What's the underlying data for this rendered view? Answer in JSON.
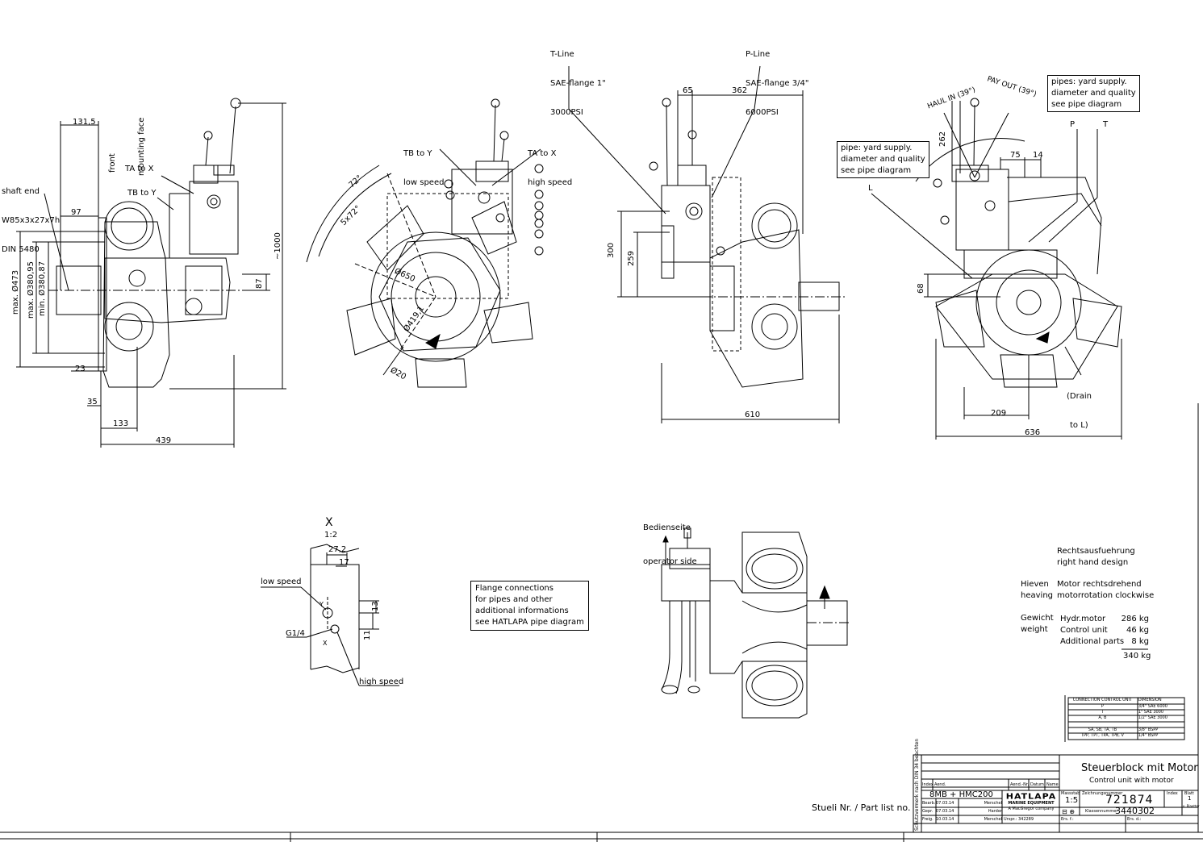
{
  "notes": {
    "t_line": [
      "T-Line",
      "SAE-flange 1\"",
      "3000PSI"
    ],
    "p_line": [
      "P-Line",
      "SAE-flange 3/4\"",
      "6000PSI"
    ],
    "shaft_end": [
      "shaft end",
      "W85x3x27x7h",
      "DIN 5480"
    ],
    "ta_to_x_left": "TA to X",
    "tb_to_y_left": "TB to Y",
    "front_mounting_face": [
      "front",
      "mounting face"
    ],
    "tb_to_y": [
      "TB to Y",
      "low speed"
    ],
    "ta_to_x": [
      "TA to X",
      "high speed"
    ],
    "pipe_box_left": [
      "pipe: yard supply.",
      "diameter and quality",
      "see pipe diagram"
    ],
    "pipe_box_right": [
      "pipes: yard supply.",
      "diameter and quality",
      "see pipe diagram"
    ],
    "haul_in": "HAUL IN (39°)",
    "pay_out": "PAY OUT (39°)",
    "port_p": "P",
    "port_t": "T",
    "port_l": "L",
    "drain": [
      "(Drain",
      "to L)"
    ],
    "flange_box": [
      "Flange connections",
      "for pipes and other",
      "additional informations",
      "see HATLAPA pipe diagram"
    ],
    "operator_side": [
      "Bedienseite",
      "operator side"
    ],
    "detail_x_title": "X",
    "detail_x_scale": "1:2",
    "low_speed": "low speed",
    "high_speed": "high speed",
    "g14": "G1/4",
    "detail_y": "Y",
    "detail_x": "X",
    "stueli": "Stueli Nr. / Part list no."
  },
  "dimensions": {
    "d131_5": "131,5",
    "d97": "97",
    "d23": "23",
    "d35": "35",
    "d133": "133",
    "d439": "439",
    "d87": "87",
    "d1000": "~1000",
    "max473": "max. Ø473",
    "max380": "max. Ø380,95",
    "min380": "min. Ø380,87",
    "a72": "72°",
    "a5x72": "5x72°",
    "d650": "Ø650",
    "d419": "Ø419,1",
    "d20": "Ø20",
    "d65": "65",
    "d362": "362",
    "d300": "300",
    "d259": "259",
    "d610": "610",
    "d262": "262",
    "d75": "75",
    "d14": "14",
    "d68": "68",
    "d209": "209",
    "d636": "636",
    "d27_2": "27,2",
    "d17": "17",
    "d13": "13",
    "d11": "11"
  },
  "weights": {
    "design_de": "Rechtsausfuehrung",
    "design_en": "right hand design",
    "hieven": "Hieven",
    "heaving": "heaving",
    "rot_de": "Motor rechtsdrehend",
    "rot_en": "motorrotation clockwise",
    "gewicht": "Gewicht",
    "weight": "weight",
    "items": [
      {
        "label": "Hydr.motor",
        "value": "286 kg"
      },
      {
        "label": "Control unit",
        "value": "46 kg"
      },
      {
        "label": "Additional parts",
        "value": "8 kg"
      }
    ],
    "total": "340 kg"
  },
  "connection_table": {
    "headers": [
      "CONNECTION CONTROL UNIT",
      "DIMENSION"
    ],
    "rows": [
      [
        "P",
        "3/4\" SAE 6000"
      ],
      [
        "T",
        "1\" SAE 3000"
      ],
      [
        "A, B",
        "1/2\" SAE 3000"
      ],
      [
        "",
        ""
      ],
      [
        "SA, SB, TA, TB",
        "3/8\" BSPP"
      ],
      [
        "TPP, TPT, TPA, TPB, V",
        "1/4\" BSPP"
      ]
    ]
  },
  "title_block": {
    "title_de": "Steuerblock mit Motor",
    "title_en": "Control unit with motor",
    "project": "8MB + HMC200",
    "scale_label": "Massstab",
    "scale": "1:5",
    "drawing_no_label": "Zeichnungsnummer",
    "drawing_no": "721874",
    "index_label": "Index",
    "sheet_label": "Blatt",
    "sheet": "1",
    "sheet_of": "v. Blaetter",
    "class_label": "Klassennummer",
    "class_no": "3440302",
    "company": "HATLAPA",
    "company_sub": "MARINE EQUIPMENT",
    "company_tag": "A MacGregor company",
    "side_text": "Schutzvermerk nach DIN 34 beachten",
    "col_index": "Index",
    "col_aend": "Aend.",
    "col_aend_nr": "Aend.-Nr.",
    "col_datum": "Datum",
    "col_name": "Name",
    "rows": [
      {
        "label": "Bearb.",
        "date": "07.03.14",
        "name": "Merschel"
      },
      {
        "label": "Gepr.",
        "date": "07.03.14",
        "name": "Harder"
      },
      {
        "label": "Freig.",
        "date": "10.03.14",
        "name": "Merschel"
      }
    ],
    "ursp": "Urspr.: 342289",
    "ers_f": "Ers. f.:",
    "ers_d": "Ers. d.:"
  }
}
